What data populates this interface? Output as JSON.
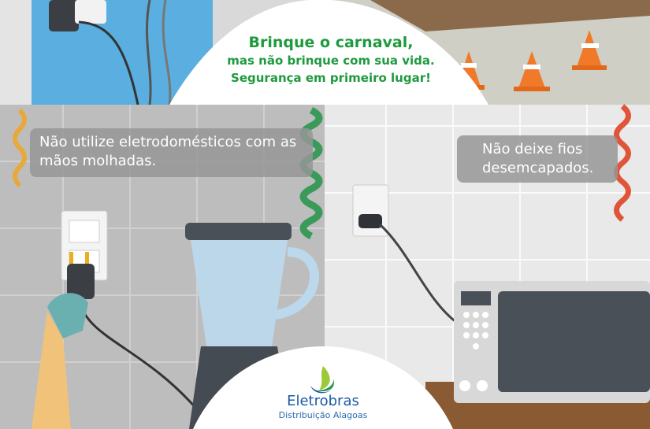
{
  "headline": {
    "line1": "Brinque o carnaval,",
    "line2": "mas não brinque com sua vida.",
    "line3": "Segurança em primeiro lugar!"
  },
  "tips": [
    {
      "text": "Não utilize eletrodomésticos com as mãos molhadas."
    },
    {
      "text": "Não deixe fios desemcapados."
    }
  ],
  "logo": {
    "name": "Eletrobras",
    "subtitle": "Distribuição Alagoas"
  },
  "colors": {
    "green": "#1e9a3e",
    "blue": "#1b5aa6",
    "sky": "#5aaee0"
  }
}
